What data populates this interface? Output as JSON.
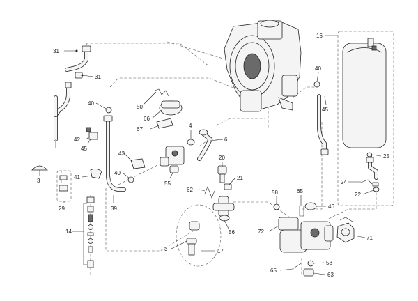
{
  "callouts": {
    "c31a": "31",
    "c31b": "31",
    "c3a": "3",
    "c29": "29",
    "c14": "14",
    "c45a": "45",
    "c42": "42",
    "c41": "41",
    "c40a": "40",
    "c40b": "40",
    "c39": "39",
    "c43": "43",
    "c50": "50",
    "c66": "66",
    "c67": "67",
    "c4": "4",
    "c6": "6",
    "c55": "55",
    "c20": "20",
    "c21": "21",
    "c62": "62",
    "c56": "56",
    "c3b": "3",
    "c17": "17",
    "c58a": "58",
    "c65a": "65",
    "c46": "46",
    "c72": "72",
    "c71": "71",
    "c58b": "58",
    "c65b": "65",
    "c63": "63",
    "c16": "16",
    "c40c": "40",
    "c45b": "45",
    "c25": "25",
    "c24": "24",
    "c22": "22"
  }
}
